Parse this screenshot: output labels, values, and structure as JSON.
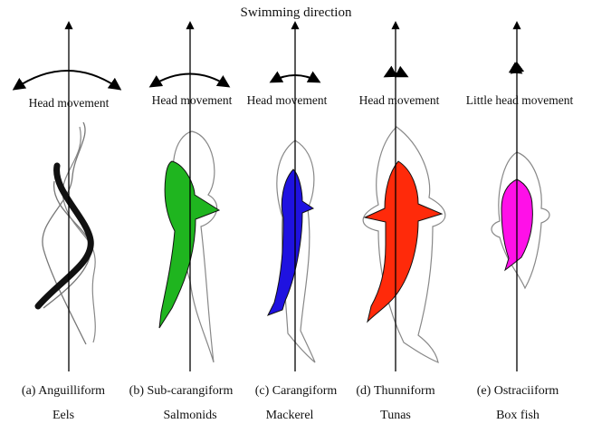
{
  "title": "Swimming direction",
  "panels": [
    {
      "head_label": "Head movement",
      "caption": "(a) Anguilliform",
      "example": "Eels",
      "fill": "#111111"
    },
    {
      "head_label": "Head movement",
      "caption": "(b) Sub-carangiform",
      "example": "Salmonids",
      "fill": "#1fb51f"
    },
    {
      "head_label": "Head movement",
      "caption": "(c) Carangiform",
      "example": "Mackerel",
      "fill": "#1f12e0"
    },
    {
      "head_label": "Head movement",
      "caption": "(d) Thunniform",
      "example": "Tunas",
      "fill": "#ff2a0a"
    },
    {
      "head_label": "Little head movement",
      "caption": "(e) Ostraciiform",
      "example": "Box fish",
      "fill": "#ff10e8"
    }
  ]
}
